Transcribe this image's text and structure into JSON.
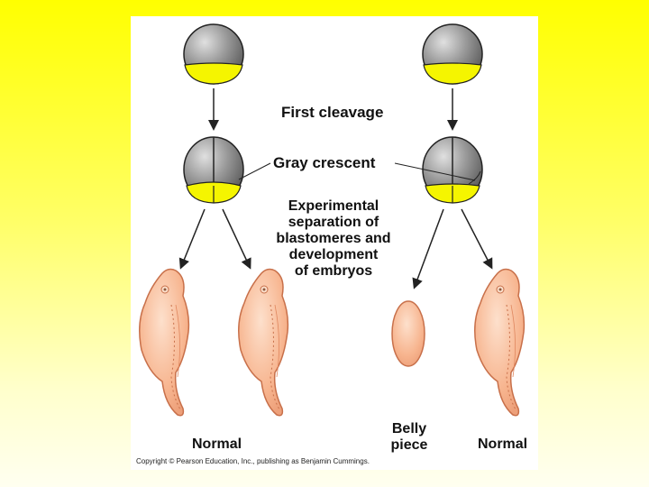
{
  "labels": {
    "first_cleavage": "First cleavage",
    "gray_crescent": "Gray crescent",
    "experimental_lines": [
      "Experimental",
      "separation of",
      "blastomeres and",
      "development",
      "of embryos"
    ],
    "normal_left": "Normal",
    "belly_lines": [
      "Belly",
      "piece"
    ],
    "normal_right": "Normal",
    "copyright": "Copyright © Pearson Education, Inc., publishing as Benjamin Cummings."
  },
  "colors": {
    "background_top": "#ffff00",
    "background_bottom": "#fffff0",
    "panel": "#ffffff",
    "egg_gray": "#8a8a8a",
    "yolk_yellow": "#f5f500",
    "embryo_pink": "#f7b48e",
    "embryo_outline": "#c8704a"
  },
  "icons": [
    "egg-icon",
    "arrow-down-icon",
    "embryo-icon",
    "belly-piece-icon"
  ]
}
